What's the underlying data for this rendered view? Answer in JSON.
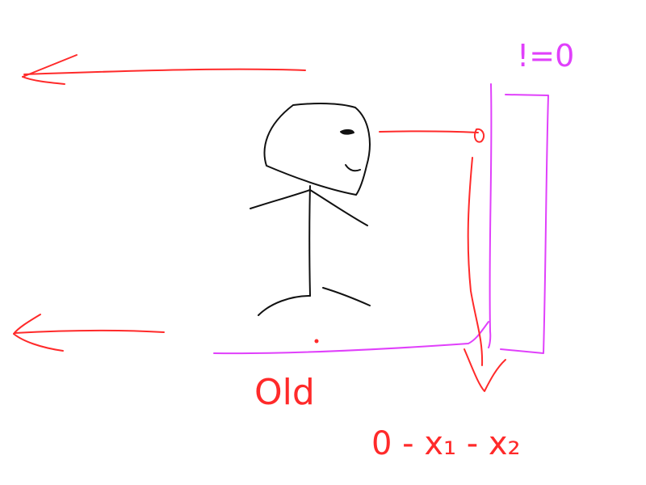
{
  "texts": {
    "top_right": "!=0",
    "bottom_label_left": "Old",
    "bottom_label_right": "0 - x₁ - x₂"
  },
  "colors": {
    "red": "#ff2a2a",
    "magenta": "#e040fb",
    "black": "#111111",
    "background": "#ffffff"
  },
  "icons": {
    "figure": "stick-figure-icon",
    "arrow": "arrow-left-icon"
  }
}
